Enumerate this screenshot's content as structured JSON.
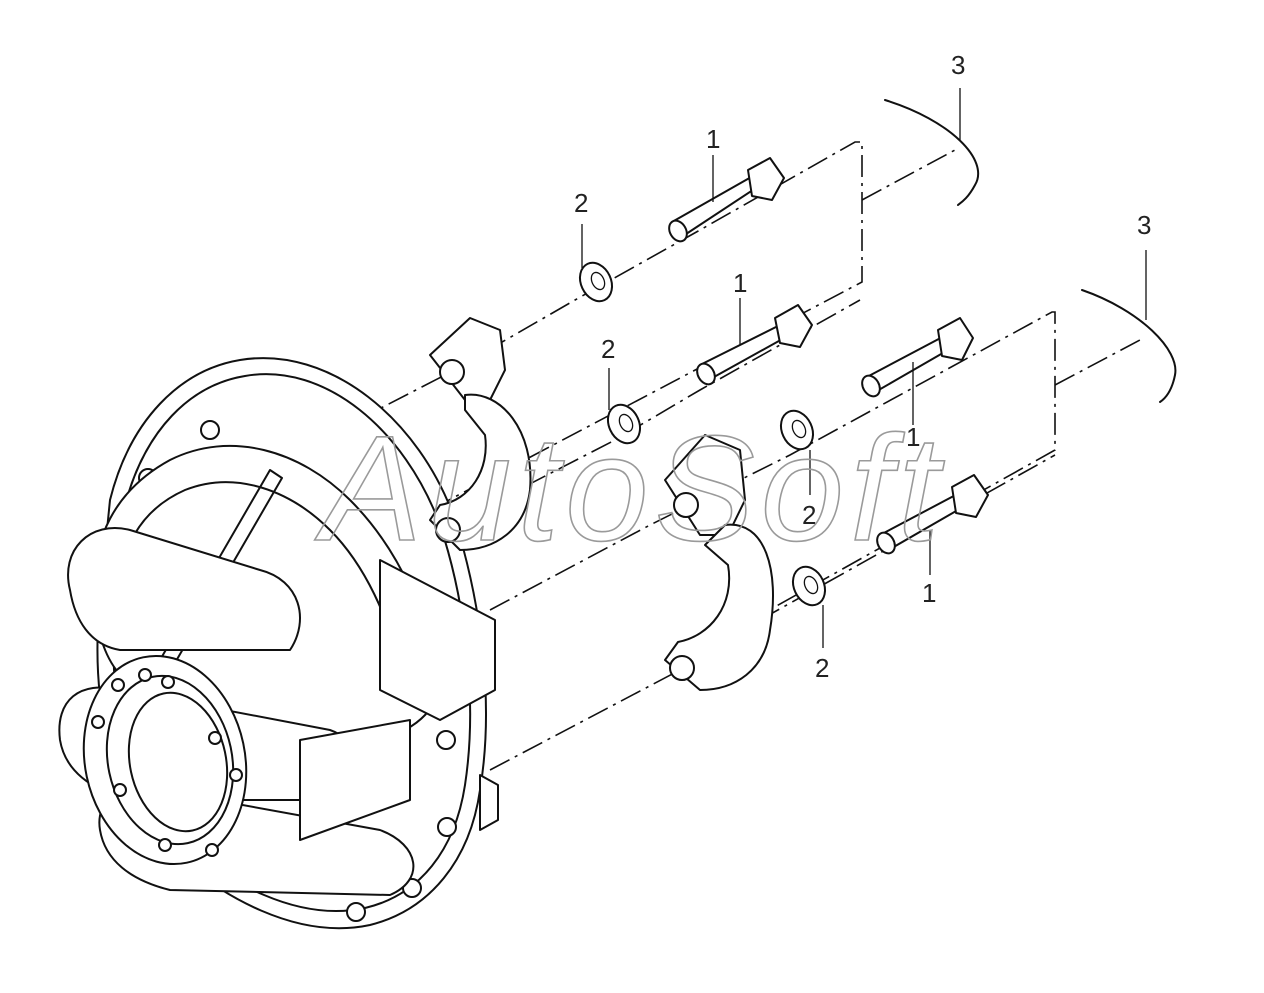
{
  "watermark": "AutoSoft",
  "callouts": {
    "bolt_upper_left": "1",
    "bolt_middle_left": "1",
    "bolt_upper_right": "1",
    "bolt_lower_right": "1",
    "washer_upper_left": "2",
    "washer_middle_left": "2",
    "washer_upper_right": "2",
    "washer_lower_right": "2",
    "assembly_ref_left": "3",
    "assembly_ref_right": "3"
  }
}
